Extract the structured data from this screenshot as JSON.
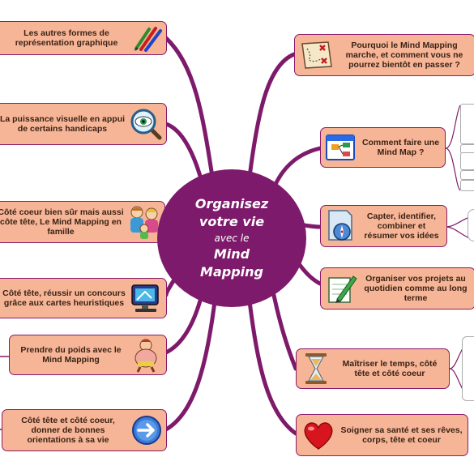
{
  "center": {
    "line1": "Organisez",
    "line2": "votre vie",
    "line3": "avec le",
    "line4": "Mind",
    "line5": "Mapping"
  },
  "colors": {
    "branch": "#7e1a6b",
    "node_fill": "#f6b596",
    "node_border": "#8a1a6a"
  },
  "left_nodes": [
    {
      "label": "Les autres formes de représentation graphique",
      "icon": "pencils-icon"
    },
    {
      "label": "La puissance visuelle en appui de certains handicaps",
      "icon": "eye-magnifier-icon"
    },
    {
      "label": "Côté coeur bien sûr mais aussi côte tête, Le Mind Mapping en famille",
      "icon": "family-icon"
    },
    {
      "label": "Côté tête, réussir un concours grâce aux cartes heuristiques",
      "icon": "computer-monitor-icon"
    },
    {
      "label": "Prendre du poids avec le Mind Mapping",
      "icon": "chubby-person-icon"
    },
    {
      "label": "Côté tête et côté coeur, donner de bonnes orientations à sa vie",
      "icon": "arrow-circle-icon"
    }
  ],
  "right_nodes": [
    {
      "label": "Pourquoi le Mind Mapping marche, et comment vous ne pourrez bientôt en passer ?",
      "icon": "treasure-map-icon"
    },
    {
      "label": "Comment faire une Mind Map ?",
      "icon": "window-diagram-icon"
    },
    {
      "label": "Capter, identifier, combiner et résumer vos idées",
      "icon": "compass-document-icon"
    },
    {
      "label": "Organiser vos projets au quotidien comme au long terme",
      "icon": "notebook-pen-icon"
    },
    {
      "label": "Maîtriser le temps, côté tête et côté coeur",
      "icon": "hourglass-icon"
    },
    {
      "label": "Soigner sa santé et ses rêves, corps, tête et coeur",
      "icon": "heart-icon"
    }
  ]
}
